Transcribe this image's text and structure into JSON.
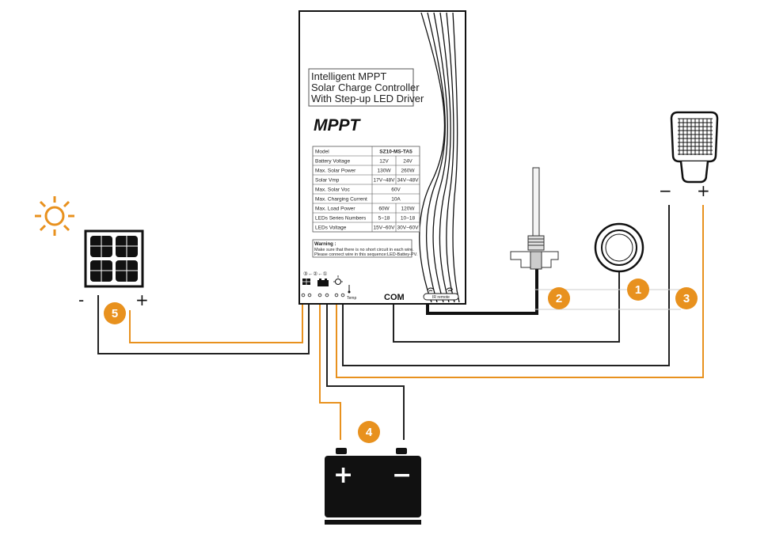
{
  "controller": {
    "title_lines": [
      "Intelligent MPPT",
      "Solar Charge Controller",
      "With Step-up LED Driver"
    ],
    "logo": "MPPT",
    "spec_table": [
      [
        "Model",
        "SZ10-MS-TA5",
        ""
      ],
      [
        "Battery Voltage",
        "12V",
        "24V"
      ],
      [
        "Max. Solar Power",
        "130W",
        "260W"
      ],
      [
        "Solar Vmp",
        "17V~48V",
        "34V~48V"
      ],
      [
        "Max. Solar Voc",
        "60V",
        ""
      ],
      [
        "Max. Charging Current",
        "10A",
        ""
      ],
      [
        "Max. Load Power",
        "60W",
        "120W"
      ],
      [
        "LEDs Series Numbers",
        "5~18",
        "10~18"
      ],
      [
        "LEDs Voltage",
        "15V~60V",
        "30V~60V"
      ]
    ],
    "warning_title": "Warning :",
    "warning_lines": [
      "Make sure that there is no short circuit in each wire.",
      "Please connect wire in this sequence:LED-Battey-PV."
    ],
    "sequence_text": "③←②←①",
    "temp_label": "Temp",
    "com_label": "COM",
    "ir_label": "IR remote"
  },
  "solar_panel": {
    "minus": "-",
    "plus": "+"
  },
  "lamp": {
    "minus": "−",
    "plus": "+"
  },
  "battery": {
    "plus": "+",
    "minus": "−"
  },
  "steps": [
    "1",
    "2",
    "3",
    "4",
    "5"
  ],
  "colors": {
    "orange": "#E8911E",
    "black": "#111111",
    "wire_black": "#222222"
  }
}
